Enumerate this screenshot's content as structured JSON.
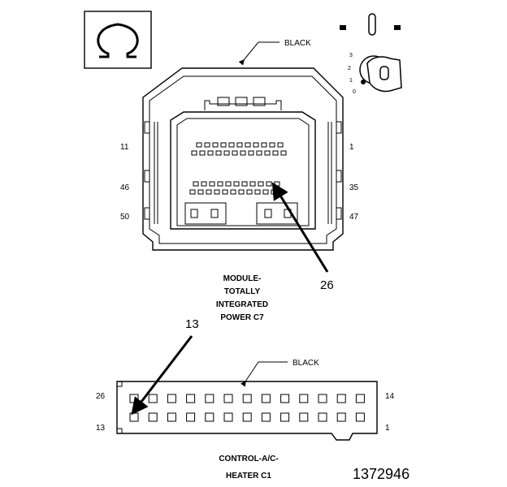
{
  "wire_color_top": "BLACK",
  "wire_color_bottom": "BLACK",
  "key_positions": [
    "3",
    "2",
    "1",
    "0"
  ],
  "c7": {
    "pin_11": "11",
    "pin_1": "1",
    "pin_46": "46",
    "pin_35": "35",
    "pin_50": "50",
    "pin_47": "47",
    "callout": "26",
    "caption": [
      "MODULE-",
      "TOTALLY",
      "INTEGRATED",
      "POWER C7"
    ]
  },
  "c1": {
    "pin_26": "26",
    "pin_14": "14",
    "pin_13": "13",
    "pin_1": "1",
    "callout": "13",
    "caption": [
      "CONTROL-A/C-",
      "HEATER C1"
    ]
  },
  "figure_number": "1372946"
}
